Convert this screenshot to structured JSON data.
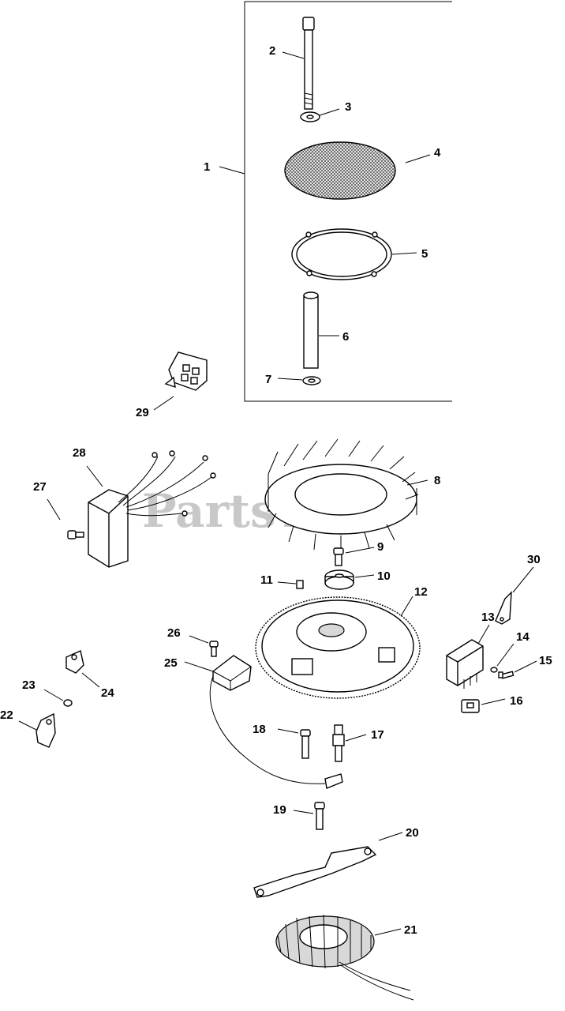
{
  "watermark": "PartsTree",
  "colors": {
    "line": "#000000",
    "watermark": "#c8c8c8",
    "background": "#ffffff"
  },
  "callouts": {
    "c1": "1",
    "c2": "2",
    "c3": "3",
    "c4": "4",
    "c5": "5",
    "c6": "6",
    "c7": "7",
    "c8": "8",
    "c9": "9",
    "c10": "10",
    "c11": "11",
    "c12": "12",
    "c13": "13",
    "c14": "14",
    "c15": "15",
    "c16": "16",
    "c17": "17",
    "c18": "18",
    "c19": "19",
    "c20": "20",
    "c21": "21",
    "c22": "22",
    "c23": "23",
    "c24": "24",
    "c25": "25",
    "c26": "26",
    "c27": "27",
    "c28": "28",
    "c29": "29",
    "c30": "30"
  }
}
